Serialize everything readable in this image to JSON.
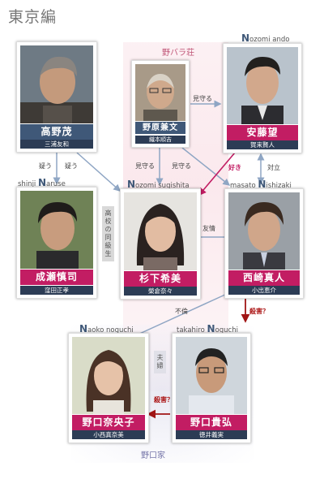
{
  "title": "東京編",
  "zones": {
    "nobara": "野バラ荘",
    "noguchi": "野口家"
  },
  "characters": {
    "takano": {
      "name": "高野茂",
      "actor": "三浦友和"
    },
    "nohara": {
      "name": "野原兼文",
      "actor": "織本順吉"
    },
    "ando": {
      "name": "安藤望",
      "actor": "賀来賢人",
      "romaji_cap": "N",
      "romaji_rest": "ozomi ando"
    },
    "naruse": {
      "name": "成瀬慎司",
      "actor": "窪田正孝",
      "romaji_first": "shinji ",
      "romaji_cap": "N",
      "romaji_rest": "aruse"
    },
    "sugishita": {
      "name": "杉下希美",
      "actor": "榮倉奈々",
      "romaji_cap": "N",
      "romaji_rest": "ozomi sugishita"
    },
    "nishizaki": {
      "name": "西崎真人",
      "actor": "小出恵介",
      "romaji_first": "masato ",
      "romaji_cap": "N",
      "romaji_rest": "ishizaki"
    },
    "naoko": {
      "name": "野口奈央子",
      "actor": "小西真奈美",
      "romaji_cap": "N",
      "romaji_rest": "aoko noguchi"
    },
    "takahiro": {
      "name": "野口貴弘",
      "actor": "徳井義実",
      "romaji_first": "takahiro ",
      "romaji_cap": "N",
      "romaji_rest": "oguchi"
    }
  },
  "relations": {
    "mimamoru1": "見守る",
    "mimamoru2": "見守る",
    "mimamoru3": "見守る",
    "utagau1": "疑う",
    "utagau2": "疑う",
    "suki": "好き",
    "tairitsu": "対立",
    "yujo": "友情",
    "furin": "不倫",
    "satsugai1": "殺害？",
    "satsugai2": "殺害？",
    "koko_chars": [
      "高",
      "校",
      "の",
      "同",
      "級",
      "生"
    ],
    "fufu_chars": [
      "夫",
      "婦"
    ]
  },
  "colors": {
    "nameplate_blue": "#3f5878",
    "nameplate_pink": "#c21d63",
    "arrow_blue": "#8fa6c4",
    "arrow_pink": "#c21d63",
    "arrow_red": "#a11515"
  }
}
